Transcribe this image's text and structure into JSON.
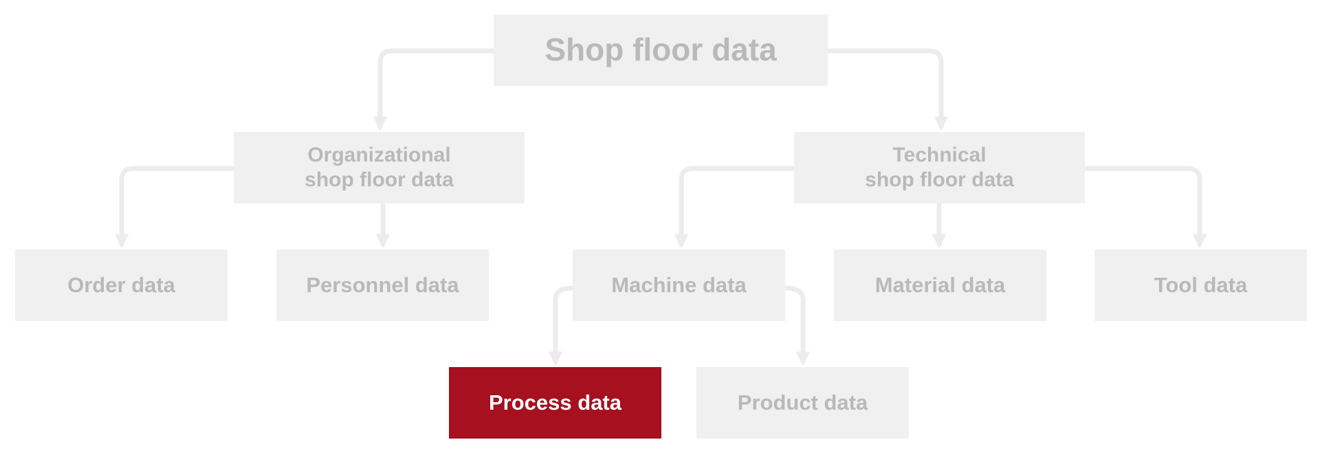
{
  "diagram": {
    "root": {
      "label": "Shop floor data"
    },
    "organizational": {
      "label": "Organizational\nshop floor data"
    },
    "technical": {
      "label": "Technical\nshop floor data"
    },
    "order": {
      "label": "Order data"
    },
    "personnel": {
      "label": "Personnel data"
    },
    "machine": {
      "label": "Machine data"
    },
    "material": {
      "label": "Material data"
    },
    "tool": {
      "label": "Tool data"
    },
    "process": {
      "label": "Process data"
    },
    "product": {
      "label": "Product data"
    }
  },
  "colors": {
    "box": "#f0f0f0",
    "box_text": "#b9b9b9",
    "connector": "#ececec",
    "highlight_box": "#a6101f",
    "highlight_text": "#ffffff"
  }
}
